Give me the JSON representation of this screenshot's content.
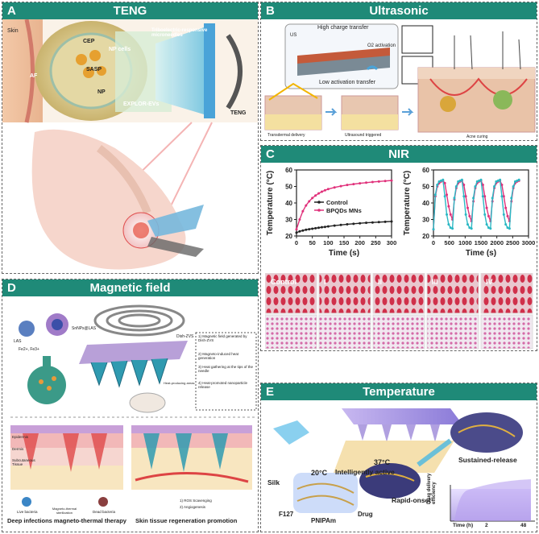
{
  "panels": {
    "a": {
      "letter": "A",
      "title": "TENG",
      "labels": {
        "skin": "Skin",
        "cep": "CEP",
        "np_cells": "NP cells",
        "sasp": "SASP",
        "np": "NP",
        "af": "AF",
        "microneedles": "Triboelectric-responsive microneedles",
        "exo": "EXPLOR-EVs",
        "teng": "TENG"
      }
    },
    "b": {
      "letter": "B",
      "title": "Ultrasonic",
      "labels": {
        "us": "US",
        "high": "High charge transfer",
        "o2": "O2 activation",
        "low": "Low activation transfer",
        "transdermal": "Transdermal delivery",
        "triggered": "Ultrasound triggered",
        "acne": "Acne curing"
      }
    },
    "c": {
      "letter": "C",
      "title": "NIR",
      "photo_labels": [
        "Control",
        "I",
        "II",
        "III",
        "IV"
      ]
    },
    "d": {
      "letter": "D",
      "title": "Magnetic field",
      "labels": {
        "las": "LAS",
        "snnps": "SnNPs@LAS",
        "dish": "Dish-ZVS",
        "fe": "Fe2+, Fe3+",
        "heat": "Heat-producing areas",
        "step1": "1) Magnetic field generated by Dish-ZVS",
        "step2": "2) Magneto-induced heat generation",
        "step3": "3) Heat gathering at the tips of the needle",
        "step4": "4) Heat-promoted nanoparticle release",
        "epidermis": "Epidermis",
        "dermis": "Dermis",
        "subcut": "Subcutaneous Tissue",
        "live": "Live bacteria",
        "dead": "Dead bacteria",
        "mt": "Magneto-thermal sterilization",
        "deep": "Deep infections magneto-thermal therapy",
        "skin": "Skin tissue regeneration promotion",
        "ros": "1) ROS Scavenging",
        "angio": "2) Angiogenesis"
      }
    },
    "e": {
      "letter": "E",
      "title": "Temperature",
      "labels": {
        "t20": "20°C",
        "t37": "37°C",
        "intel": "Intelligently active",
        "sustained": "Sustained-release",
        "silk": "Silk",
        "f127": "F127",
        "pnipam": "PNIPAm",
        "drug": "Drug",
        "rapid": "Rapid-onset",
        "ylabel": "Drug delivery efficiency",
        "xlabel": "Time (h)",
        "x2": "2",
        "x48": "48"
      }
    }
  },
  "chart_data": [
    {
      "type": "line",
      "xlabel": "Time (s)",
      "ylabel": "Temperature (°C)",
      "xlim": [
        0,
        300
      ],
      "ylim": [
        20,
        60
      ],
      "xticks": [
        0,
        50,
        100,
        150,
        200,
        250,
        300
      ],
      "yticks": [
        20,
        30,
        40,
        50,
        60
      ],
      "legend": "center-right",
      "series": [
        {
          "name": "Control",
          "color": "#222222",
          "x": [
            0,
            10,
            20,
            30,
            40,
            50,
            60,
            70,
            80,
            90,
            100,
            120,
            140,
            160,
            180,
            200,
            220,
            240,
            260,
            280,
            300
          ],
          "y": [
            22,
            22.8,
            23.3,
            23.8,
            24.1,
            24.4,
            24.7,
            25,
            25.3,
            25.5,
            25.8,
            26.3,
            26.7,
            27.1,
            27.4,
            27.7,
            28,
            28.2,
            28.4,
            28.6,
            28.8
          ]
        },
        {
          "name": "BPQDs MNs",
          "color": "#e0307a",
          "x": [
            0,
            10,
            20,
            30,
            40,
            50,
            60,
            70,
            80,
            90,
            100,
            120,
            140,
            160,
            180,
            200,
            220,
            240,
            260,
            280,
            300
          ],
          "y": [
            24,
            30,
            35,
            38.5,
            41,
            43,
            44.5,
            45.8,
            46.8,
            47.7,
            48.4,
            49.4,
            50.2,
            50.9,
            51.4,
            51.9,
            52.3,
            52.7,
            53,
            53.3,
            53.6
          ]
        }
      ]
    },
    {
      "type": "line",
      "xlabel": "Time (s)",
      "ylabel": "Temperature (°C)",
      "xlim": [
        0,
        3000
      ],
      "ylim": [
        20,
        60
      ],
      "xticks": [
        0,
        500,
        1000,
        1500,
        2000,
        2500,
        3000
      ],
      "yticks": [
        20,
        30,
        40,
        50,
        60
      ],
      "series": [
        {
          "color": "#e0307a",
          "x": [
            0,
            60,
            120,
            180,
            240,
            300,
            360,
            420,
            480,
            540,
            600,
            660,
            720,
            780,
            840,
            900,
            960,
            1020,
            1080,
            1140,
            1200,
            1260,
            1320,
            1380,
            1440,
            1500,
            1560,
            1620,
            1680,
            1740,
            1800,
            1860,
            1920,
            1980,
            2040,
            2100,
            2160,
            2220,
            2280,
            2340,
            2400,
            2460,
            2520,
            2580,
            2640,
            2700
          ],
          "y": [
            24,
            44,
            50,
            52,
            53,
            53.5,
            52,
            45,
            38,
            33,
            30,
            42,
            49,
            52,
            53,
            53.5,
            51,
            44,
            37,
            32,
            29,
            41,
            49,
            52,
            53,
            53.5,
            51,
            44,
            37,
            32,
            29,
            41,
            49,
            52,
            53,
            53.5,
            51,
            44,
            37,
            32,
            29,
            41,
            49,
            52,
            53,
            53.5
          ]
        },
        {
          "color": "#2bb8c4",
          "x": [
            0,
            60,
            120,
            180,
            240,
            300,
            360,
            420,
            480,
            540,
            600,
            660,
            720,
            780,
            840,
            900,
            960,
            1020,
            1080,
            1140,
            1200,
            1260,
            1320,
            1380,
            1440,
            1500,
            1560,
            1620,
            1680,
            1740,
            1800,
            1860,
            1920,
            1980,
            2040,
            2100,
            2160,
            2220,
            2280,
            2340,
            2400,
            2460,
            2520,
            2580,
            2640,
            2700
          ],
          "y": [
            24,
            45,
            51,
            53,
            53.5,
            54,
            44,
            33,
            27,
            25,
            24.5,
            43,
            50,
            53,
            53.5,
            54,
            44,
            33,
            27,
            25,
            24.5,
            43,
            50,
            53,
            53.5,
            54,
            44,
            33,
            27,
            25,
            24.5,
            43,
            50,
            53,
            53.5,
            54,
            44,
            33,
            27,
            25,
            24.5,
            43,
            50,
            53,
            53.5,
            54
          ]
        }
      ]
    }
  ]
}
